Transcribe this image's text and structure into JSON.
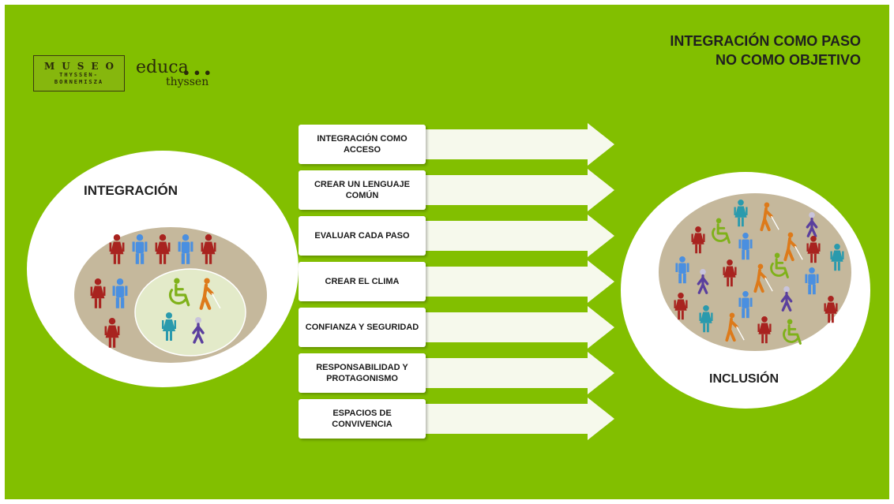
{
  "logos": {
    "museo_word": "MUSEO",
    "museo_line1": "THYSSEN-",
    "museo_line2": "BORNEMISZA",
    "educa_word": "educa",
    "educa_dots": "● ● ●",
    "thyssen_word": "thyssen"
  },
  "title": {
    "line1": "INTEGRACIÓN COMO PASO",
    "line2": "NO COMO OBJETIVO"
  },
  "left_circle": {
    "label": "INTEGRACIÓN"
  },
  "right_circle": {
    "label": "INCLUSIÓN"
  },
  "steps": [
    {
      "label": "INTEGRACIÓN COMO ACCESO"
    },
    {
      "label": "CREAR UN LENGUAJE COMÚN"
    },
    {
      "label": "EVALUAR CADA PASO"
    },
    {
      "label": "CREAR  EL CLIMA"
    },
    {
      "label": "CONFIANZA Y SEGURIDAD"
    },
    {
      "label": "RESPONSABILIDAD Y PROTAGONISMO"
    },
    {
      "label": "ESPACIOS DE CONVIVENCIA"
    }
  ],
  "colors": {
    "background": "#82bf00",
    "inner_disc": "#c5b89c",
    "inner_small_disc": "#e3eac9",
    "woman": "#a8231f",
    "man": "#4a8fe0",
    "woman_teal": "#2a9aad",
    "wheelchair": "#7fb11a",
    "blind": "#dd7a1a",
    "purple": "#5a3f9e"
  },
  "icons": [
    "woman-icon",
    "man-icon",
    "wheelchair-icon",
    "blind-person-icon",
    "child-icon",
    "arrow-icon"
  ]
}
